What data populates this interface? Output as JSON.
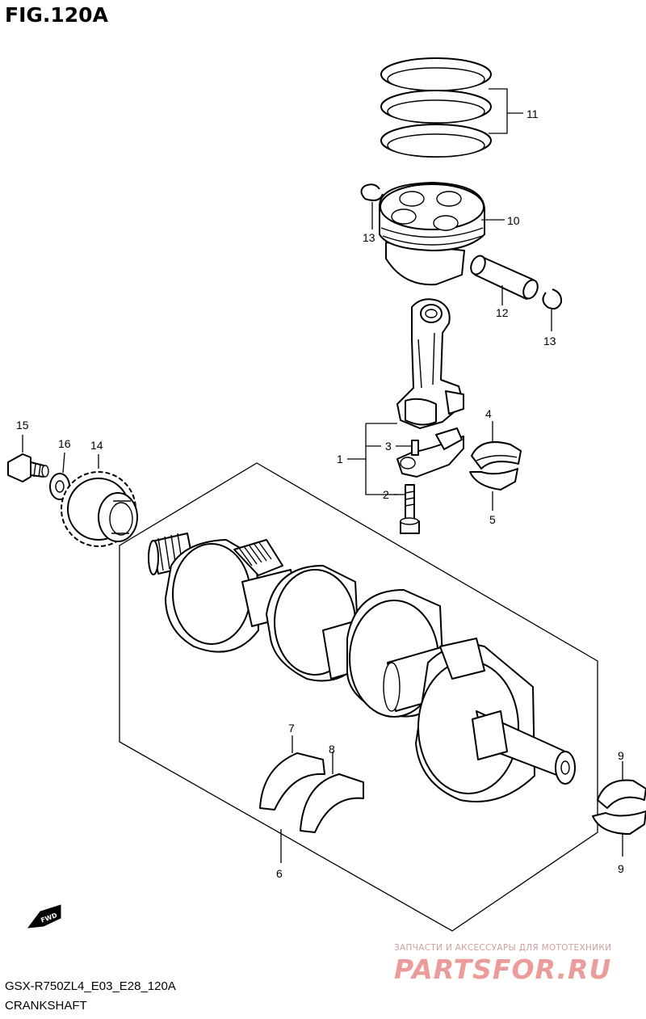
{
  "figure": {
    "title": "FIG.120A",
    "model_code": "GSX-R750ZL4_E03_E28_120A",
    "caption": "CRANKSHAFT"
  },
  "callouts": {
    "c1": "1",
    "c2": "2",
    "c3": "3",
    "c4": "4",
    "c5": "5",
    "c6": "6",
    "c7": "7",
    "c8": "8",
    "c9_top": "9",
    "c9_bottom": "9",
    "c10": "10",
    "c11": "11",
    "c12": "12",
    "c13_left": "13",
    "c13_right": "13",
    "c14": "14",
    "c15": "15",
    "c16": "16"
  },
  "fwd_label": "FWD",
  "watermark": {
    "tagline": "ЗАПЧАСТИ И АКСЕССУАРЫ ДЛЯ МОТОТЕХНИКИ",
    "brand": "PARTSFOR.RU"
  },
  "colors": {
    "line": "#000000",
    "background": "#ffffff",
    "watermark": "#ec9b9b"
  }
}
